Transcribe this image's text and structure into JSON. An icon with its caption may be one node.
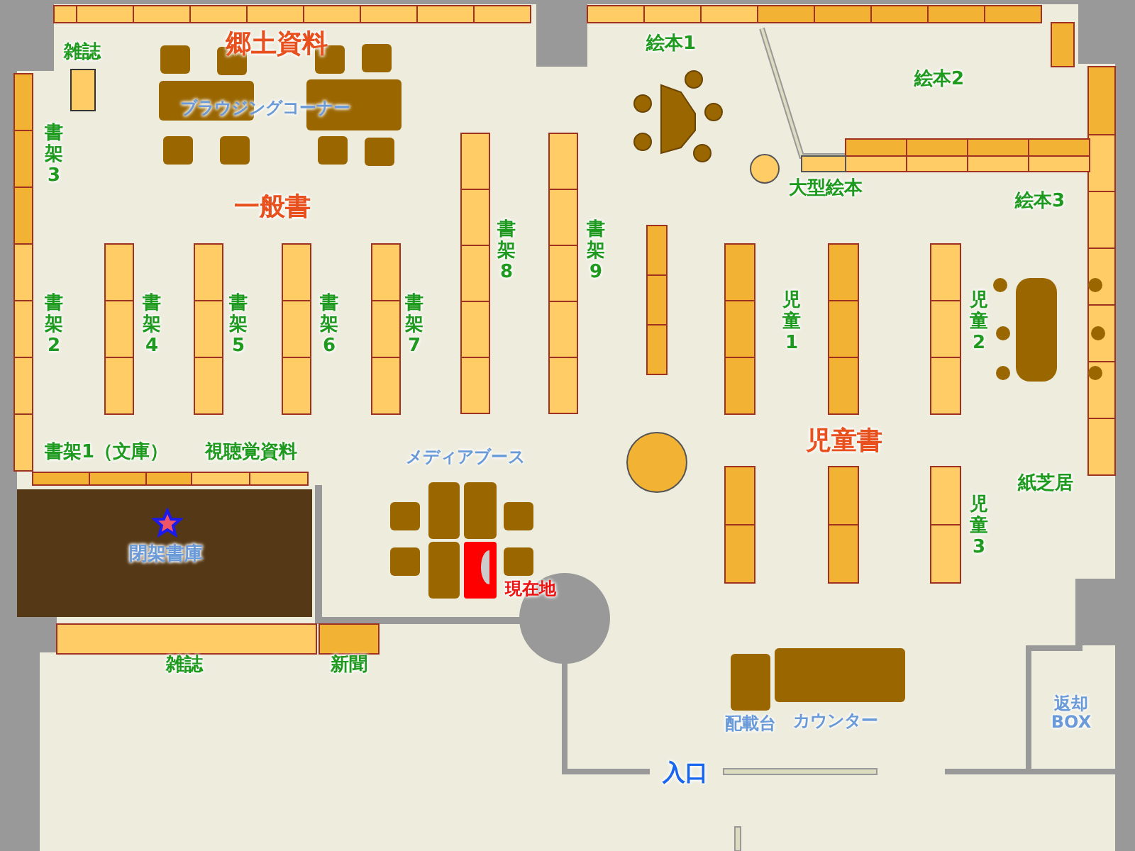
{
  "diagram": {
    "nodes": [
      {
        "text": [
          "閉架書庫"
        ]
      }
    ],
    "labels": [
      "郷土資料",
      "雑誌",
      "絵本1",
      "絵本2",
      "ブラウジングコーナー",
      "書架3",
      "大型絵本",
      "一般書",
      "書架8",
      "書架9",
      "絵本3",
      "書架2",
      "書架4",
      "書架5",
      "書架6",
      "書架7",
      "児童1",
      "児童2",
      "書架1（文庫）",
      "視聴覚資料",
      "メディアブース",
      "児童書",
      "紙芝居",
      "児童3",
      "現在地",
      "雑誌",
      "新聞",
      "返却BOX",
      "配載台",
      "カウンター",
      "入口"
    ]
  }
}
